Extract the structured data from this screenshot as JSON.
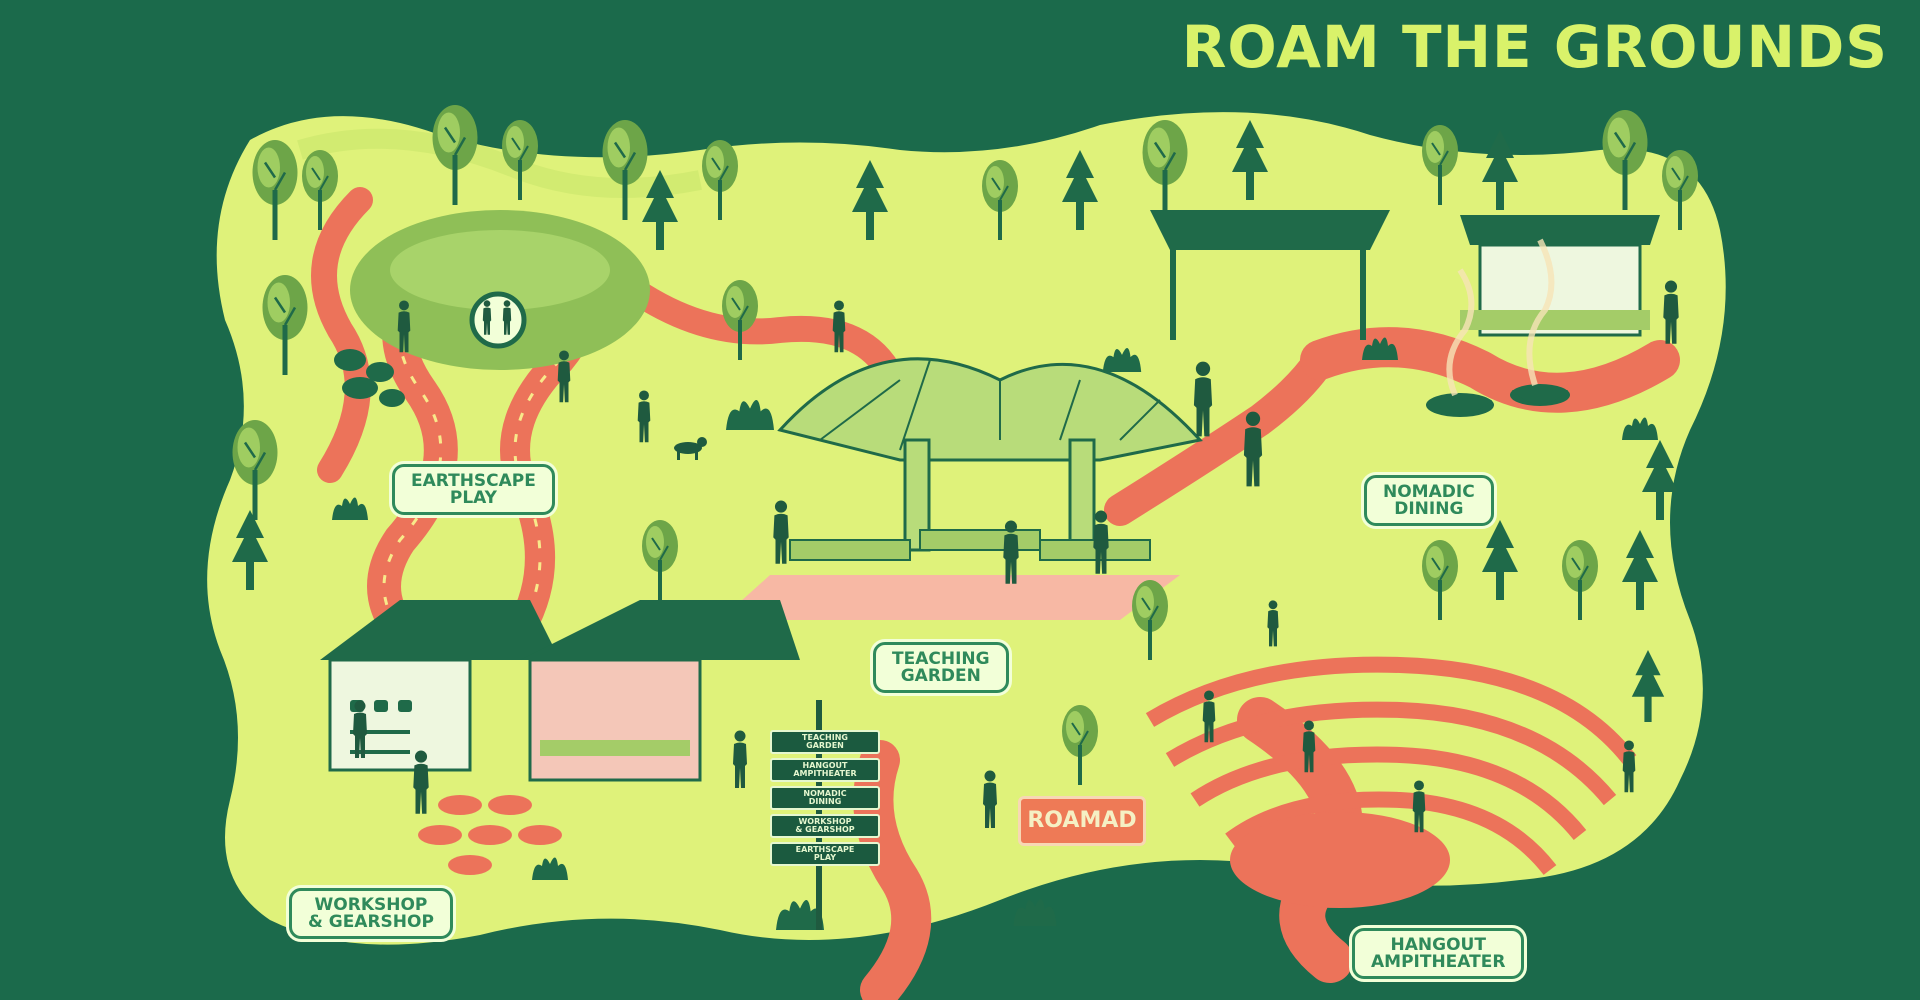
{
  "page": {
    "title": "ROAM THE GROUNDS"
  },
  "colors": {
    "background": "#1b6a4b",
    "land": "#dff27a",
    "path": "#ec735a",
    "dark_green": "#1f6a49",
    "mid_green": "#6da548",
    "title": "#d9f26a",
    "label_bg": "#f2ffd8",
    "label_text": "#2f8a5b"
  },
  "zones": [
    {
      "id": "earthscape",
      "line1": "EARTHSCAPE",
      "line2": "PLAY"
    },
    {
      "id": "nomadic",
      "line1": "NOMADIC",
      "line2": "DINING"
    },
    {
      "id": "teaching",
      "line1": "TEACHING",
      "line2": "GARDEN"
    },
    {
      "id": "workshop",
      "line1": "WORKSHOP",
      "line2": "& GEARSHOP"
    },
    {
      "id": "hangout",
      "line1": "HANGOUT",
      "line2": "AMPITHEATER"
    }
  ],
  "signpost": [
    {
      "line1": "TEACHING",
      "line2": "GARDEN"
    },
    {
      "line1": "HANGOUT",
      "line2": "AMPITHEATER"
    },
    {
      "line1": "NOMADIC",
      "line2": "DINING"
    },
    {
      "line1": "WORKSHOP",
      "line2": "& GEARSHOP"
    },
    {
      "line1": "EARTHSCAPE",
      "line2": "PLAY"
    }
  ],
  "entrance_sign": "ROAMAD",
  "icons": {
    "tree": "round-deciduous-tree",
    "pine": "pine-tree",
    "person": "walking-person-silhouette",
    "dog": "dog-silhouette",
    "pavilion": "canopy-pavilion",
    "shop": "workshop-building",
    "firepit": "fire-pit-bowl",
    "shrub": "leafy-shrub"
  }
}
